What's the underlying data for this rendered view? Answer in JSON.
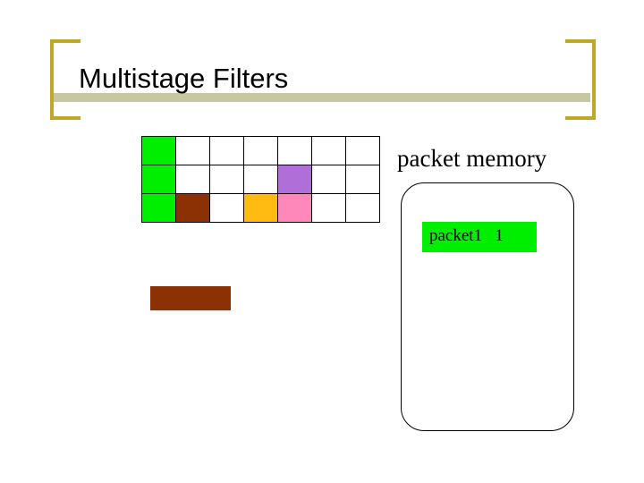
{
  "slide": {
    "title": "Multistage Filters",
    "background": "#ffffff",
    "title_rule_color": "#c8c8a0",
    "bracket_color": "#bfa72a"
  },
  "filter_grid": {
    "columns": 7,
    "rows": 3,
    "cell_border": "#000000",
    "default_fill": "#ffffff",
    "cells": [
      {
        "row": 0,
        "col": 0,
        "color": "#00ee00"
      },
      {
        "row": 0,
        "col": 1,
        "color": "#ffffff"
      },
      {
        "row": 0,
        "col": 2,
        "color": "#ffffff"
      },
      {
        "row": 0,
        "col": 3,
        "color": "#ffffff"
      },
      {
        "row": 0,
        "col": 4,
        "color": "#ffffff"
      },
      {
        "row": 0,
        "col": 5,
        "color": "#ffffff"
      },
      {
        "row": 0,
        "col": 6,
        "color": "#ffffff"
      },
      {
        "row": 1,
        "col": 0,
        "color": "#00ee00"
      },
      {
        "row": 1,
        "col": 1,
        "color": "#ffffff"
      },
      {
        "row": 1,
        "col": 2,
        "color": "#ffffff"
      },
      {
        "row": 1,
        "col": 3,
        "color": "#ffffff"
      },
      {
        "row": 1,
        "col": 4,
        "color": "#b06fd8"
      },
      {
        "row": 1,
        "col": 5,
        "color": "#ffffff"
      },
      {
        "row": 1,
        "col": 6,
        "color": "#ffffff"
      },
      {
        "row": 2,
        "col": 0,
        "color": "#00ee00"
      },
      {
        "row": 2,
        "col": 1,
        "color": "#8b3103"
      },
      {
        "row": 2,
        "col": 2,
        "color": "#ffffff"
      },
      {
        "row": 2,
        "col": 3,
        "color": "#ffbb11"
      },
      {
        "row": 2,
        "col": 4,
        "color": "#ff88bb"
      },
      {
        "row": 2,
        "col": 5,
        "color": "#ffffff"
      },
      {
        "row": 2,
        "col": 6,
        "color": "#ffffff"
      }
    ]
  },
  "brown_bar": {
    "color": "#8b3103"
  },
  "packet_memory": {
    "label": "packet memory",
    "entry_label": "packet1   1",
    "entry_color": "#00ee00",
    "box_border": "#000000"
  }
}
